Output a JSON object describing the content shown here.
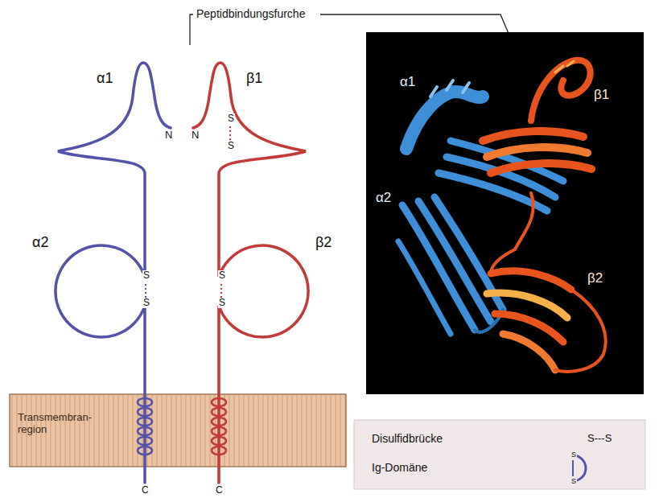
{
  "diagram": {
    "nodes": [
      {
        "text": [
          "Transmembran- region"
        ]
      },
      {
        "text": [
          "α1",
          "β1",
          "α2",
          "β2"
        ]
      }
    ],
    "labels": [
      "Peptidbindungsfurche",
      "α1",
      "β1",
      "N",
      "N",
      "S",
      "S",
      "α2",
      "S",
      "S",
      "β2",
      "S",
      "S",
      "C",
      "C",
      "S---S",
      "S",
      "S"
    ],
    "legend": [
      {
        "text": "Disulfidbrücke"
      },
      {
        "text": "Ig-Domäne"
      }
    ]
  }
}
